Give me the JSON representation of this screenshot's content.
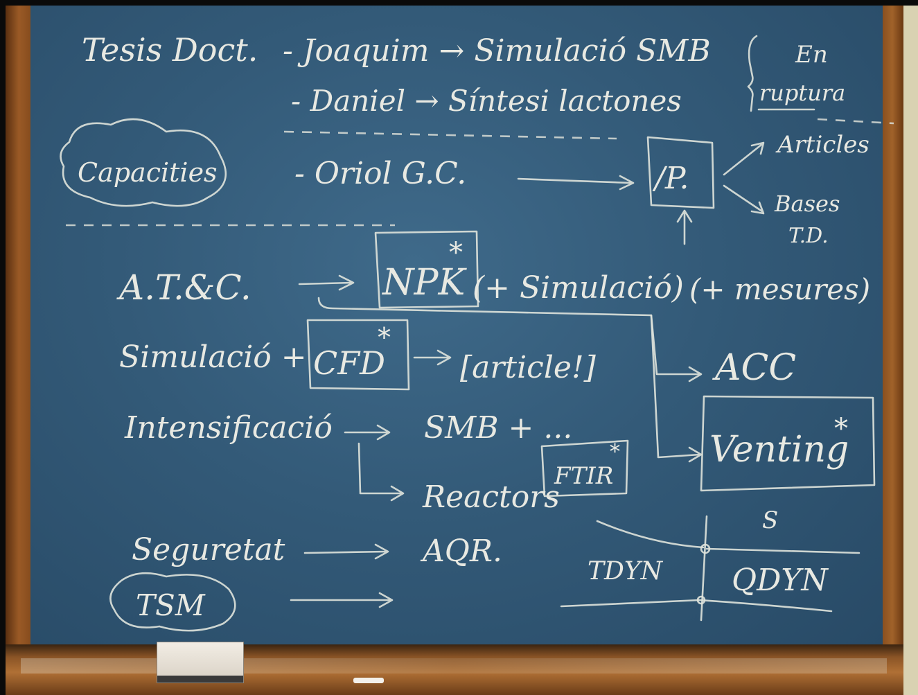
{
  "board": {
    "thesis_label": "Tesis Doct.",
    "thesis_item_1": "- Joaquim → Simulació SMB",
    "thesis_item_2": "- Daniel → Síntesi lactones",
    "bracket_note_1": "En",
    "bracket_note_2": "ruptura",
    "capacities_label": "Capacities",
    "oriol_item": "- Oriol G.C.",
    "ip_box": "/P.",
    "articles": "Articles",
    "bases_1": "Bases",
    "bases_2": "T.D.",
    "atc_label": "A.T.&C.",
    "npk_box": "NPK",
    "npk_simulacio": "(+ Simulació)",
    "npk_mesures": "(+ mesures)",
    "simulacio_label": "Simulació +",
    "cfd_box": "CFD",
    "article_bracket": "[article!]",
    "acc": "ACC",
    "intensificacio_label": "Intensificació",
    "smb": "SMB + ...",
    "reactors": "Reactors",
    "ftir_box": "FTIR",
    "venting_box": "Venting",
    "seguretat_label": "Seguretat",
    "aqr": "AQR.",
    "tsm_label": "TSM",
    "tdyn": "TDYN",
    "qdyn": "QDYN",
    "s_mark": "S",
    "asterisk": "*"
  },
  "colors": {
    "chalkboard": "#335a78",
    "chalk": "#e8e9e2",
    "wood_frame": "#9a5a26"
  }
}
